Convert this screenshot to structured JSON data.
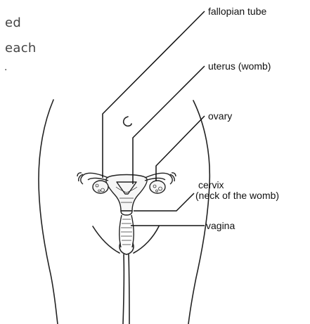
{
  "page_fragment": {
    "line1": "ed",
    "line2": "each",
    "line3": "."
  },
  "labels": {
    "fallopian_tube": "fallopian tube",
    "uterus": "uterus (womb)",
    "ovary": "ovary",
    "cervix": "cervix",
    "cervix_sub": "(neck of the womb)",
    "vagina": "vagina"
  }
}
